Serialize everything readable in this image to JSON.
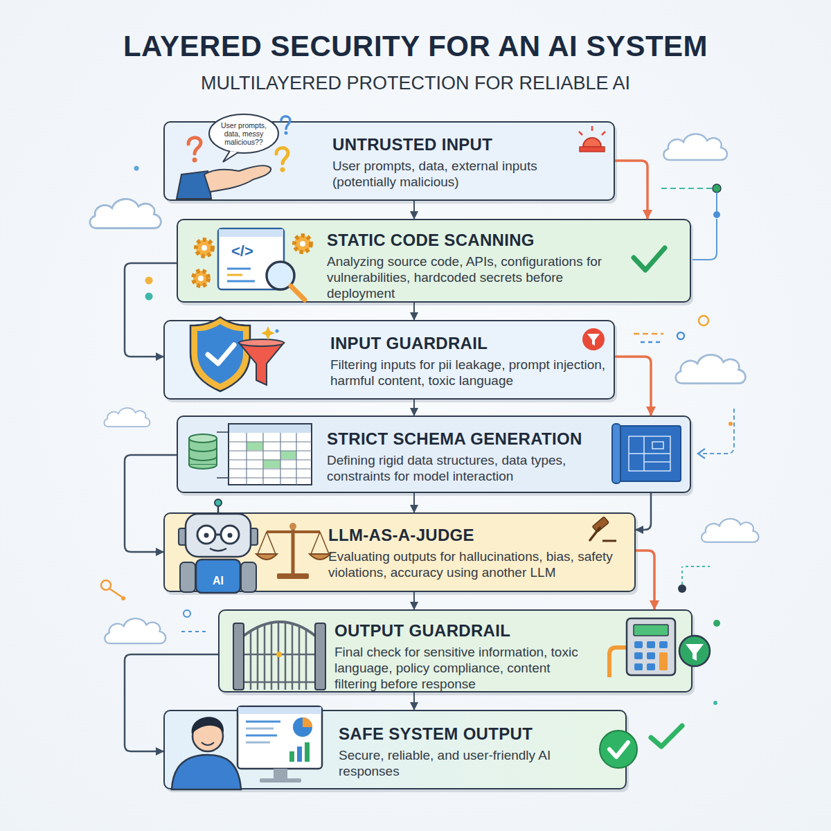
{
  "diagram": {
    "title": "LAYERED SECURITY FOR AN AI SYSTEM",
    "nodes": [
      {
        "text": [
          "UNTRUSTED INPUT",
          "User prompts, data, external inputs (potentially malicious)"
        ]
      },
      {
        "text": [
          "STATIC CODE SCANNING",
          "Analyzing source code, APIs, configurations for vulnerabilities, hardcoded secrets before deployment"
        ]
      },
      {
        "text": [
          "INPUT GUARDRAIL",
          "Filtering inputs for pii leakage, prompt injection, harmful content, toxic language"
        ]
      },
      {
        "text": [
          "STRICT SCHEMA GENERATION",
          "Defining rigid data structures, data types, constraints for model interaction"
        ]
      },
      {
        "text": [
          "LLM-AS-A-JUDGE",
          "Evaluating outputs for hallucinations, bias, safety violations, accuracy using another LLM"
        ]
      },
      {
        "text": [
          "OUTPUT GUARDRAIL",
          "Final check for sensitive information, toxic language, policy compliance, content filtering before response"
        ]
      },
      {
        "text": [
          "SAFE SYSTEM OUTPUT",
          "Secure, reliable, and user-friendly AI responses"
        ]
      }
    ],
    "edges": [
      {
        "from": 0,
        "to": 1,
        "arrow": "to"
      },
      {
        "from": 1,
        "to": 2,
        "arrow": "to"
      },
      {
        "from": 2,
        "to": 3,
        "arrow": "to"
      },
      {
        "from": 3,
        "to": 4,
        "arrow": "to"
      },
      {
        "from": 4,
        "to": 5,
        "arrow": "to"
      },
      {
        "from": 5,
        "to": 6,
        "arrow": "to"
      },
      {
        "from": 0,
        "to": 1,
        "arrow": "to"
      },
      {
        "from": 1,
        "to": 2,
        "arrow": "to"
      },
      {
        "from": 2,
        "to": 3,
        "arrow": "to"
      },
      {
        "from": 3,
        "to": 4,
        "arrow": "to"
      },
      {
        "from": 3,
        "to": 4,
        "arrow": "to"
      },
      {
        "from": 4,
        "to": 5,
        "arrow": "to"
      },
      {
        "from": 5,
        "to": 6,
        "arrow": "to"
      }
    ],
    "labels": [
      "MULTILAYERED PROTECTION FOR RELIABLE AI",
      "User prompts, data, messy malicious??",
      "</>",
      "AI"
    ]
  }
}
